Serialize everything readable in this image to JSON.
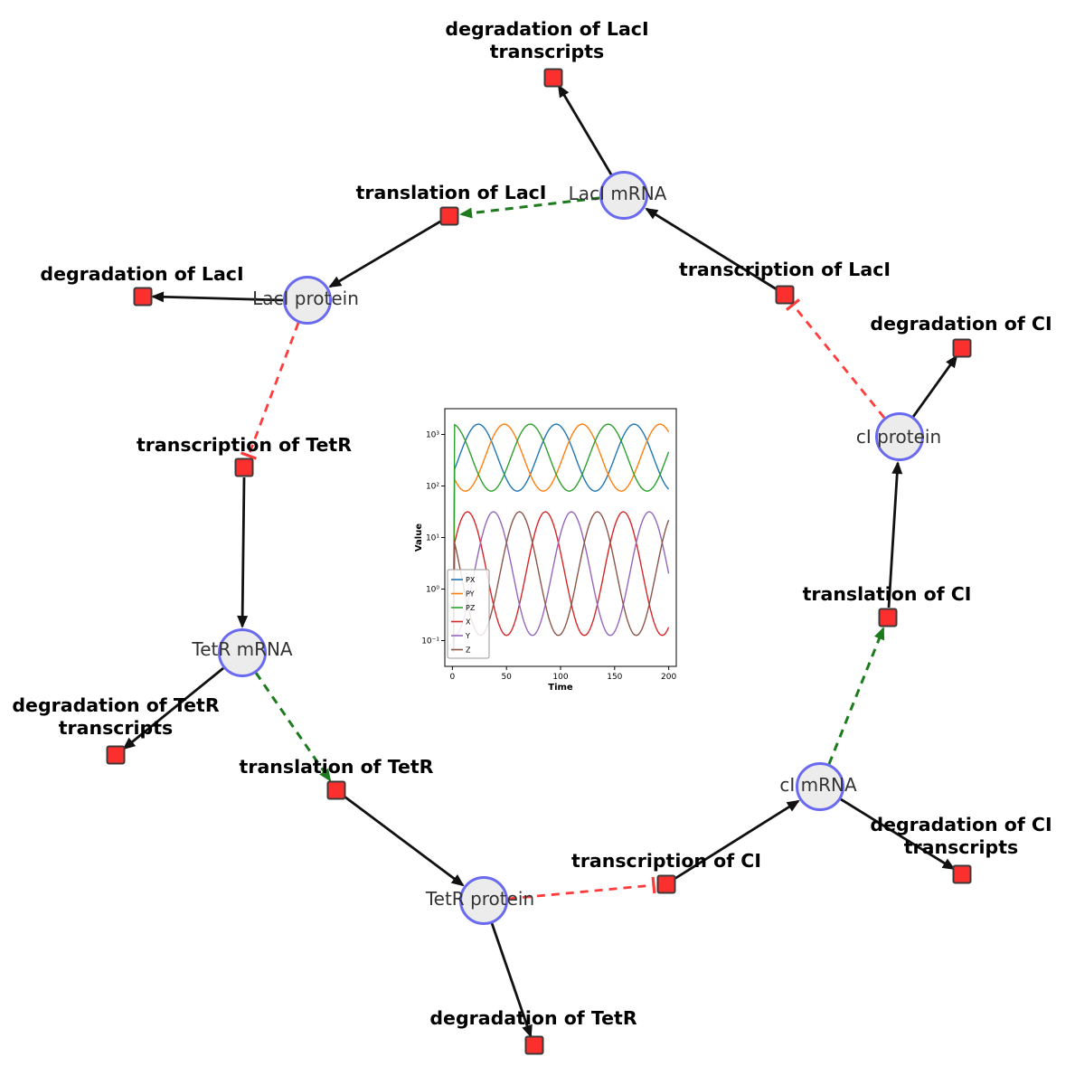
{
  "species": {
    "laci_mrna": "LacI mRNA",
    "laci_protein": "LacI protein",
    "tetr_mrna": "TetR mRNA",
    "tetr_protein": "TetR protein",
    "ci_mrna": "cI mRNA",
    "ci_protein": "cI protein"
  },
  "reactions": {
    "deg_laci_tx": "degradation of LacI transcripts",
    "transl_laci": "translation of LacI",
    "txn_laci": "transcription of LacI",
    "deg_laci": "degradation of LacI",
    "deg_ci": "degradation of CI",
    "txn_tetr": "transcription of TetR",
    "transl_ci": "translation of CI",
    "deg_tetr_tx": "degradation of TetR transcripts",
    "transl_tetr": "translation of TetR",
    "txn_ci": "transcription of CI",
    "deg_ci_tx": "degradation of CI transcripts",
    "deg_tetr": "degradation of TetR"
  },
  "colors": {
    "species_fill": "#ececec",
    "species_border": "#6a6af0",
    "reaction_fill": "#fc2f2f",
    "reaction_border": "#3f3838",
    "edge_reaction": "#111111",
    "edge_activation": "#1d7a1d",
    "edge_inhibition": "#ff3b3b"
  },
  "chart_data": {
    "type": "line",
    "title": "",
    "xlabel": "Time",
    "ylabel": "Value",
    "y_scale": "log",
    "x_range": [
      0,
      200
    ],
    "y_range_log10": [
      -1.5,
      3.5
    ],
    "x_ticks": [
      0,
      50,
      100,
      150,
      200
    ],
    "y_ticks_log10": [
      -1,
      0,
      1,
      2,
      3
    ],
    "legend_position": "lower left",
    "grid": false,
    "period": 72,
    "start_value": 0.06,
    "series": [
      {
        "name": "PX",
        "color": "#1f77b4",
        "log_mid": 2.55,
        "log_amp": 0.65,
        "peak_t": 24,
        "value_min": 79,
        "value_max": 1585
      },
      {
        "name": "PY",
        "color": "#ff7f0e",
        "log_mid": 2.55,
        "log_amp": 0.65,
        "peak_t": 48,
        "value_min": 79,
        "value_max": 1585
      },
      {
        "name": "PZ",
        "color": "#2ca02c",
        "log_mid": 2.55,
        "log_amp": 0.65,
        "peak_t": 72,
        "value_min": 79,
        "value_max": 1585
      },
      {
        "name": "X",
        "color": "#d62728",
        "log_mid": 0.3,
        "log_amp": 1.2,
        "peak_t": 14,
        "value_min": 0.13,
        "value_max": 32
      },
      {
        "name": "Y",
        "color": "#9467bd",
        "log_mid": 0.3,
        "log_amp": 1.2,
        "peak_t": 38,
        "value_min": 0.13,
        "value_max": 32
      },
      {
        "name": "Z",
        "color": "#8c564b",
        "log_mid": 0.3,
        "log_amp": 1.2,
        "peak_t": 62,
        "value_min": 0.13,
        "value_max": 32
      }
    ]
  }
}
